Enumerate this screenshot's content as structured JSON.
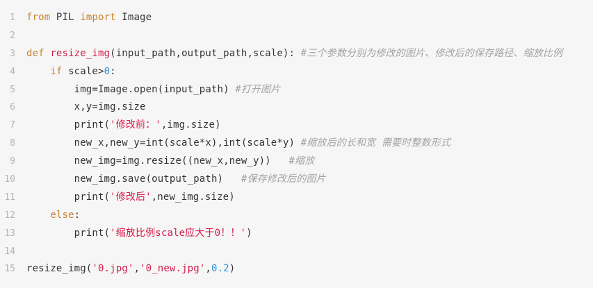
{
  "code": {
    "language": "python",
    "colors": {
      "background": "#f6f6f6",
      "line_number": "#b4b4b4",
      "keyword": "#c9822a",
      "function_name": "#d5194b",
      "string": "#d5194b",
      "number": "#2a97d9",
      "comment": "#a3a3a3",
      "text": "#333333"
    },
    "lines": [
      {
        "n": "1",
        "tokens": [
          {
            "t": "kw",
            "v": "from"
          },
          {
            "t": "plain",
            "v": " PIL "
          },
          {
            "t": "kw",
            "v": "import"
          },
          {
            "t": "plain",
            "v": " Image"
          }
        ]
      },
      {
        "n": "2",
        "tokens": []
      },
      {
        "n": "3",
        "tokens": [
          {
            "t": "kw",
            "v": "def"
          },
          {
            "t": "plain",
            "v": " "
          },
          {
            "t": "fn",
            "v": "resize_img"
          },
          {
            "t": "plain",
            "v": "(input_path,output_path,scale): "
          },
          {
            "t": "cm",
            "v": "#三个参数分别为修改的图片、修改后的保存路径、缩放比例"
          }
        ]
      },
      {
        "n": "4",
        "tokens": [
          {
            "t": "plain",
            "v": "    "
          },
          {
            "t": "kw",
            "v": "if"
          },
          {
            "t": "plain",
            "v": " scale>"
          },
          {
            "t": "num",
            "v": "0"
          },
          {
            "t": "plain",
            "v": ":"
          }
        ]
      },
      {
        "n": "5",
        "tokens": [
          {
            "t": "plain",
            "v": "        img=Image.open(input_path) "
          },
          {
            "t": "cm",
            "v": "#打开图片"
          }
        ]
      },
      {
        "n": "6",
        "tokens": [
          {
            "t": "plain",
            "v": "        x,y=img.size"
          }
        ]
      },
      {
        "n": "7",
        "tokens": [
          {
            "t": "plain",
            "v": "        print("
          },
          {
            "t": "str",
            "v": "'修改前：'"
          },
          {
            "t": "plain",
            "v": ",img.size)"
          }
        ]
      },
      {
        "n": "8",
        "tokens": [
          {
            "t": "plain",
            "v": "        new_x,new_y=int(scale*x),int(scale*y) "
          },
          {
            "t": "cm",
            "v": "#缩放后的长和宽 需要时整数形式"
          }
        ]
      },
      {
        "n": "9",
        "tokens": [
          {
            "t": "plain",
            "v": "        new_img=img.resize((new_x,new_y))   "
          },
          {
            "t": "cm",
            "v": "#缩放"
          }
        ]
      },
      {
        "n": "10",
        "tokens": [
          {
            "t": "plain",
            "v": "        new_img.save(output_path)   "
          },
          {
            "t": "cm",
            "v": "#保存修改后的图片"
          }
        ]
      },
      {
        "n": "11",
        "tokens": [
          {
            "t": "plain",
            "v": "        print("
          },
          {
            "t": "str",
            "v": "'修改后'"
          },
          {
            "t": "plain",
            "v": ",new_img.size)"
          }
        ]
      },
      {
        "n": "12",
        "tokens": [
          {
            "t": "plain",
            "v": "    "
          },
          {
            "t": "kw",
            "v": "else"
          },
          {
            "t": "plain",
            "v": ":"
          }
        ]
      },
      {
        "n": "13",
        "tokens": [
          {
            "t": "plain",
            "v": "        print("
          },
          {
            "t": "str",
            "v": "'缩放比例scale应大于0！！'"
          },
          {
            "t": "plain",
            "v": ")"
          }
        ]
      },
      {
        "n": "14",
        "tokens": []
      },
      {
        "n": "15",
        "tokens": [
          {
            "t": "plain",
            "v": "resize_img("
          },
          {
            "t": "str",
            "v": "'0.jpg'"
          },
          {
            "t": "plain",
            "v": ","
          },
          {
            "t": "str",
            "v": "'0_new.jpg'"
          },
          {
            "t": "plain",
            "v": ","
          },
          {
            "t": "num",
            "v": "0.2"
          },
          {
            "t": "plain",
            "v": ")"
          }
        ]
      }
    ]
  }
}
